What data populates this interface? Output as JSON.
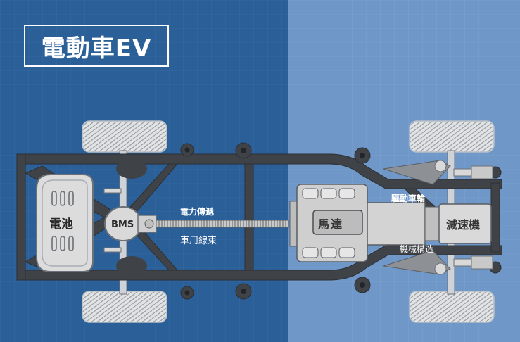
{
  "title": "電動車EV",
  "labels": {
    "battery": "電池",
    "bms": "BMS",
    "power_transfer": "電力傳遞",
    "wire_harness": "車用線束",
    "motor": "馬達",
    "drive_wheel": "驅動車輪",
    "reducer": "減速機",
    "mechanical_structure": "機械構造"
  },
  "colors": {
    "background_left": "#2b5f98",
    "background_right": "#6f98c9",
    "frame": "#3f4347",
    "component_light": "#d9d9d9",
    "tire": "#e3e3e3",
    "text_white": "#ffffff"
  }
}
